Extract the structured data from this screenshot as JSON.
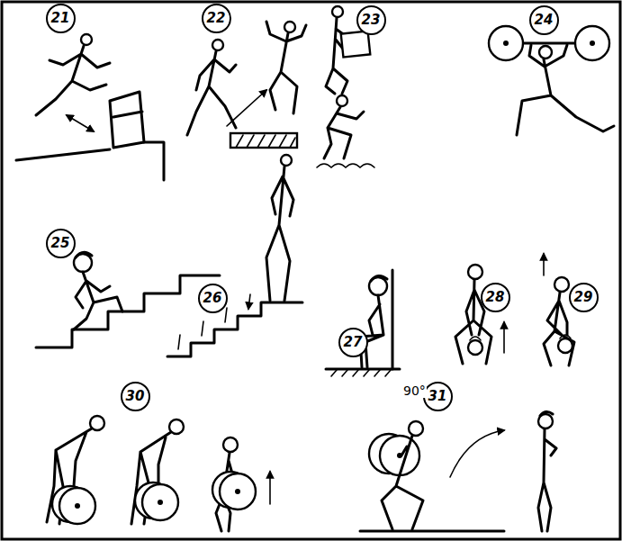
{
  "diagram": {
    "nodes": [
      {
        "text": [
          "21"
        ]
      },
      {
        "text": [
          "22"
        ]
      },
      {
        "text": [
          "23"
        ]
      },
      {
        "text": [
          "24"
        ]
      },
      {
        "text": [
          "25"
        ]
      },
      {
        "text": [
          "26"
        ]
      },
      {
        "text": [
          "27"
        ]
      },
      {
        "text": [
          "28"
        ]
      },
      {
        "text": [
          "29"
        ]
      },
      {
        "text": [
          "30"
        ]
      },
      {
        "text": [
          "31"
        ]
      }
    ],
    "labels": [
      "90°"
    ]
  }
}
